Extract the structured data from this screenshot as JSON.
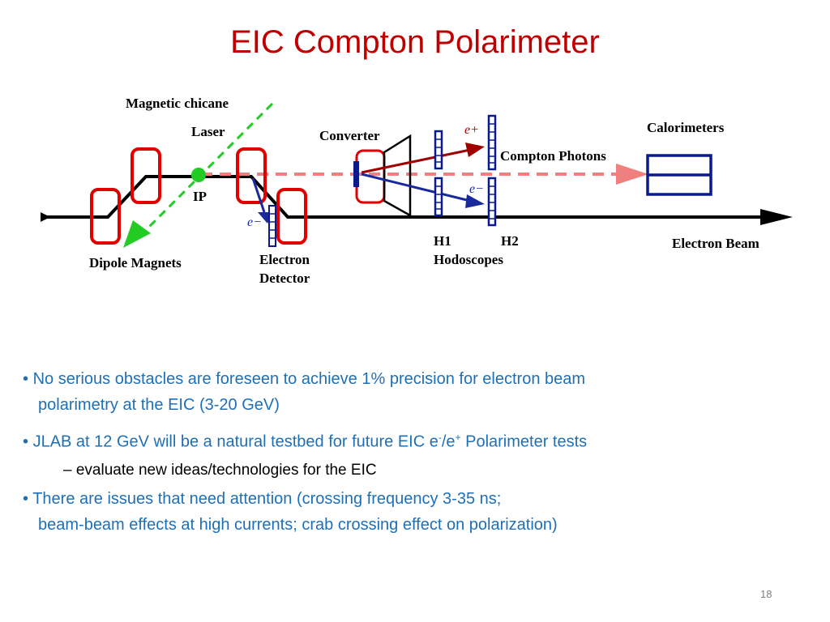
{
  "slide": {
    "title": "EIC Compton Polarimeter",
    "page_number": "18"
  },
  "diagram": {
    "labels": {
      "magnetic_chicane": "Magnetic  chicane",
      "laser": "Laser",
      "ip": "IP",
      "converter": "Converter",
      "e_plus": "e+",
      "e_minus": "e−",
      "compton_photons": "Compton Photons",
      "calorimeters": "Calorimeters",
      "h1": "H1",
      "h2": "H2",
      "hodoscopes": "Hodoscopes",
      "electron_beam": "Electron Beam",
      "dipole_magnets": "Dipole Magnets",
      "electron_detector_line1": "Electron",
      "electron_detector_line2": "Detector"
    },
    "colors": {
      "magnet": "#e00000",
      "laser": "#22cc22",
      "photon": "#f08080",
      "detector": "#0a1a8c",
      "positron_arrow": "#a00000",
      "electron_arrow": "#1a2a9c"
    }
  },
  "bullets": [
    {
      "bullet": "•",
      "line1": " No serious obstacles are foreseen to achieve 1% precision for electron beam",
      "line2": "polarimetry at the EIC (3-20 GeV)"
    },
    {
      "bullet": "•",
      "text_pre": " JLAB  at 12 GeV will be a natural testbed for future EIC e",
      "sup1": "-",
      "text_mid": "/e",
      "sup2": "+",
      "text_post": " Polarimeter tests"
    },
    {
      "sub": "– evaluate new ideas/technologies for the EIC"
    },
    {
      "bullet": "•",
      "line1": " There are issues that need attention (crossing frequency 3-35 ns;",
      "line2": "beam-beam effects at high currents; crab crossing effect on polarization)"
    }
  ]
}
